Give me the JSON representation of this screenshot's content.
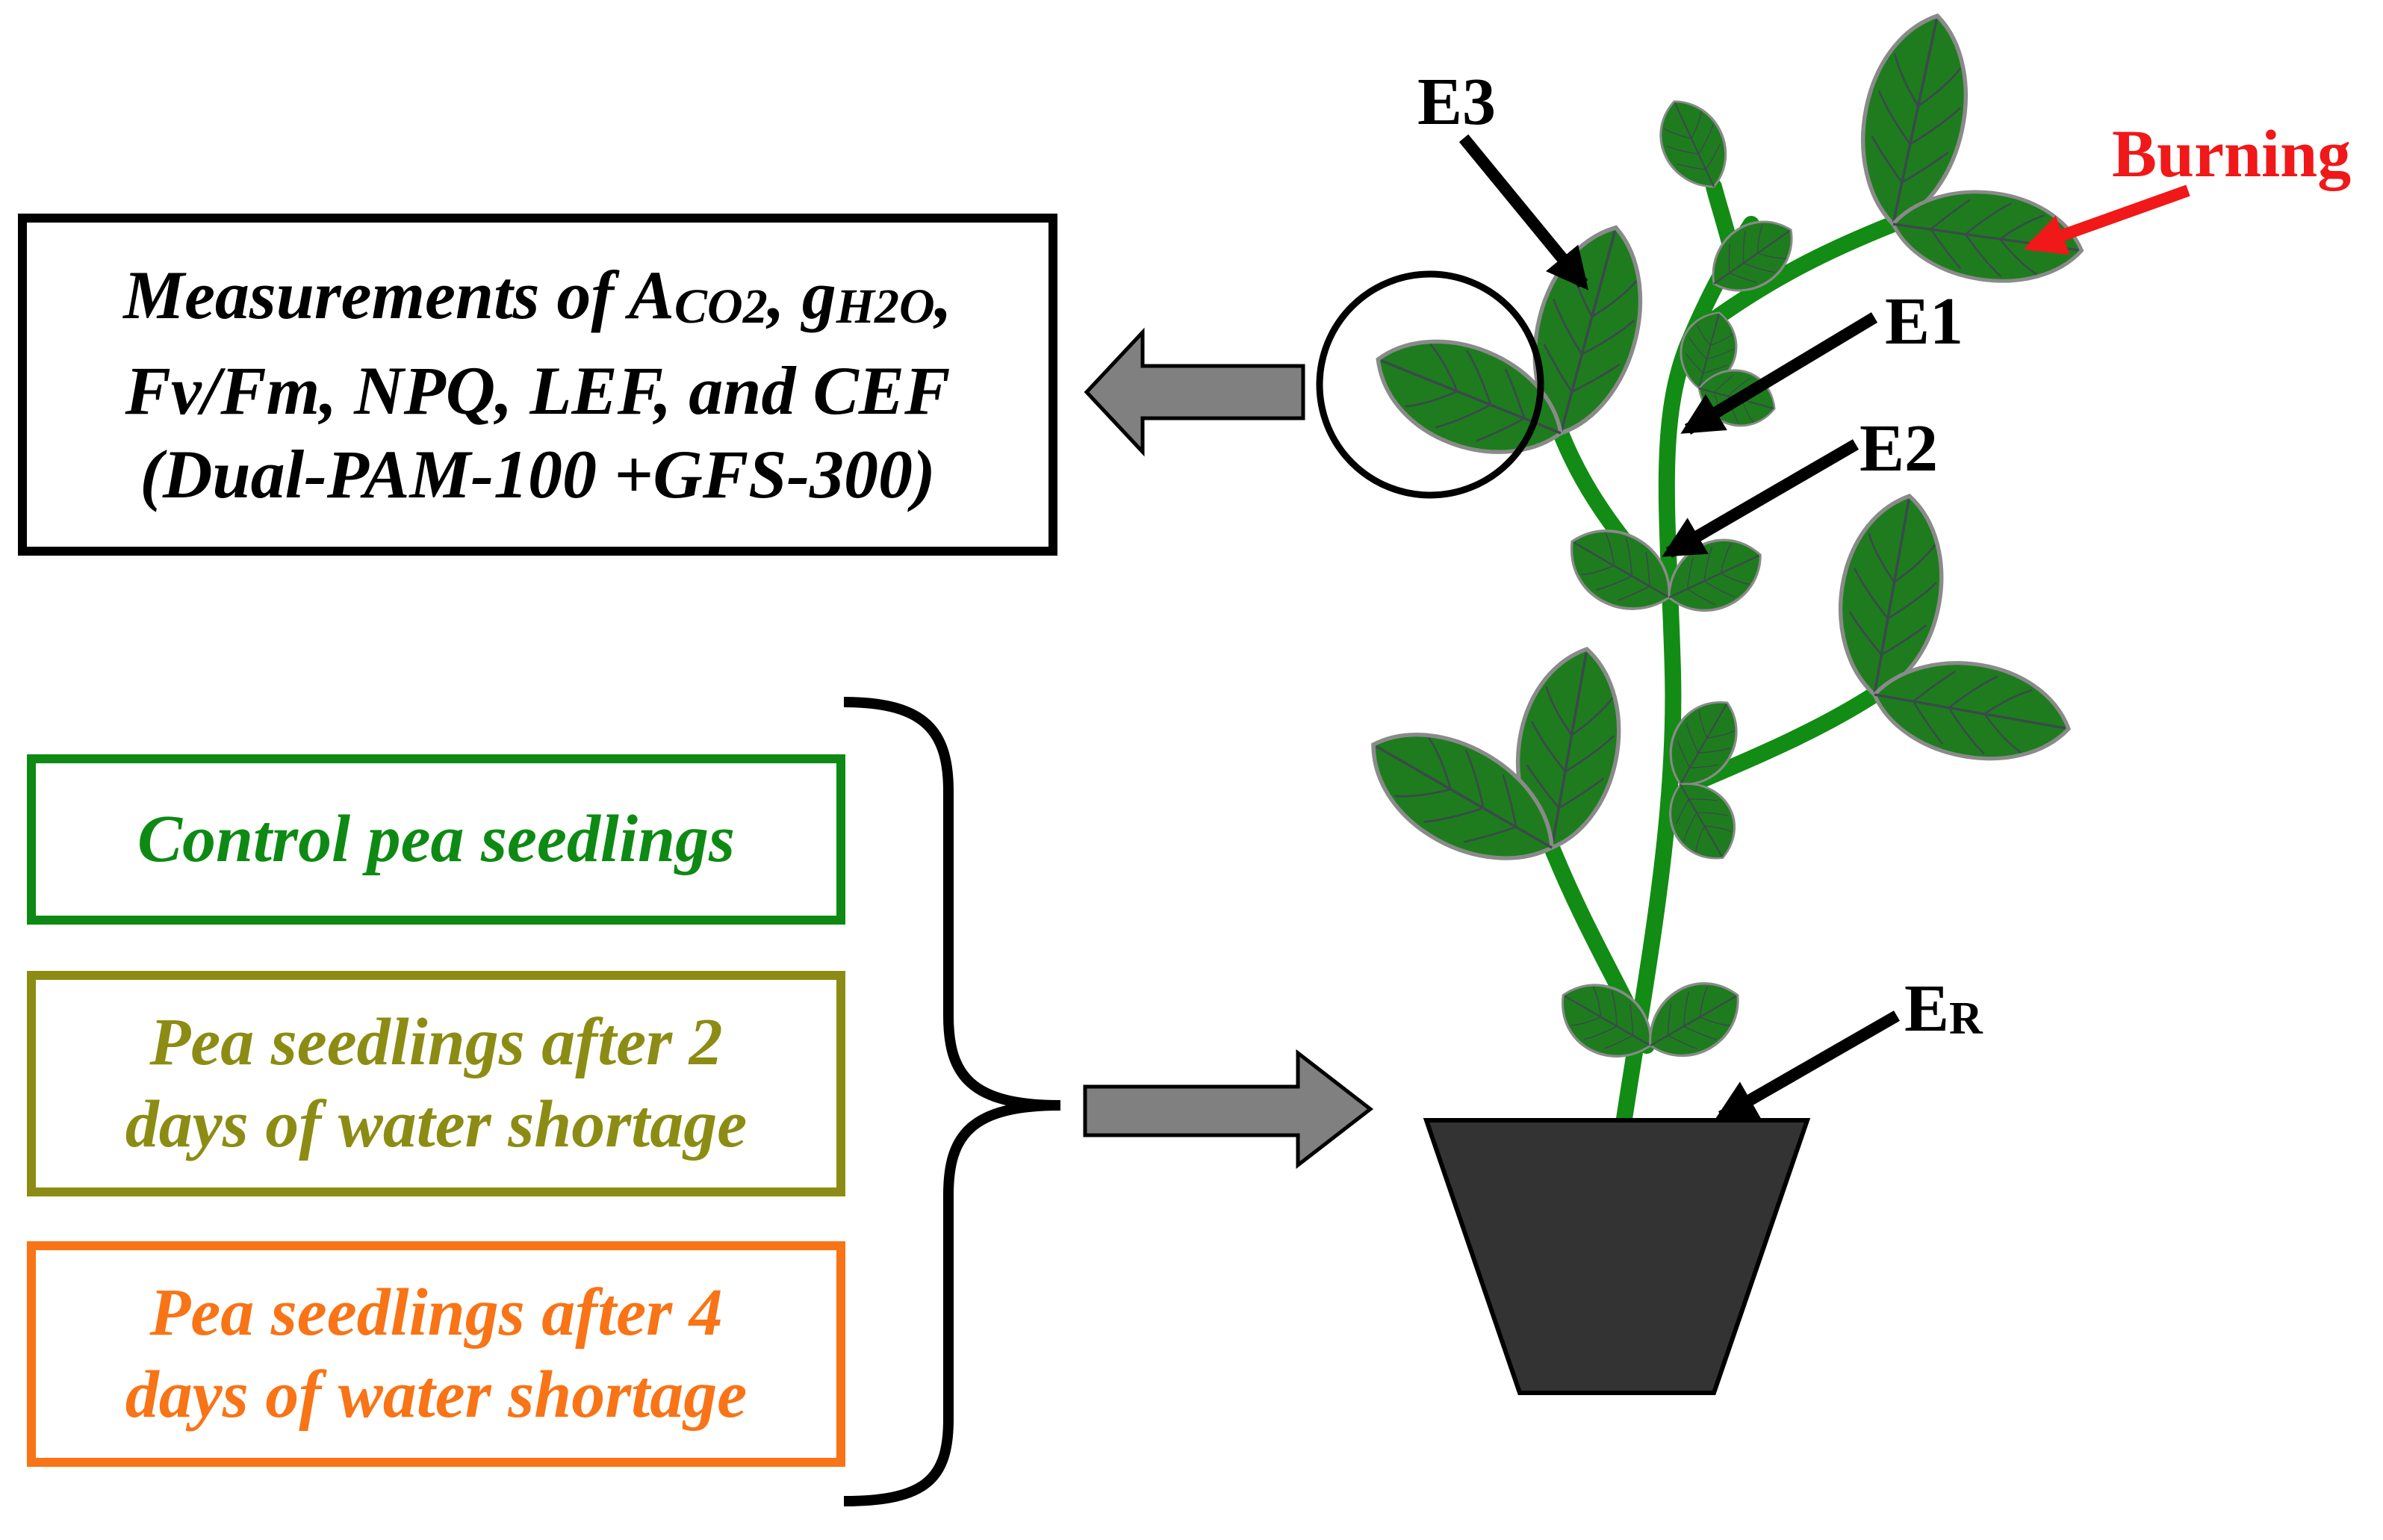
{
  "measurement_box": {
    "line1_prefix": "Measurements of A",
    "line1_sub1": "CO2",
    "line1_mid": ", g",
    "line1_sub2": "H2O",
    "line1_suffix": ",",
    "line2": "Fv/Fm, NPQ, LEF, and CEF",
    "line3": "(Dual-PAM-100 +GFS-300)"
  },
  "groups": {
    "control": "Control pea seedlings",
    "two_days_line1": "Pea seedlings after 2",
    "two_days_line2": "days of water shortage",
    "four_days_line1": "Pea seedlings after 4",
    "four_days_line2": "days of water shortage"
  },
  "plant_labels": {
    "e3": "E3",
    "e1": "E1",
    "e2": "E2",
    "er_main": "E",
    "er_sub": "R",
    "burning": "Burning"
  },
  "colors": {
    "control": "#0e8a14",
    "two_days": "#8c8c14",
    "four_days": "#f87416",
    "burning": "#f01818",
    "leaf": "#1e7c1e",
    "stem": "#128c14",
    "pot": "#333333",
    "arrow_fill": "#808080"
  }
}
